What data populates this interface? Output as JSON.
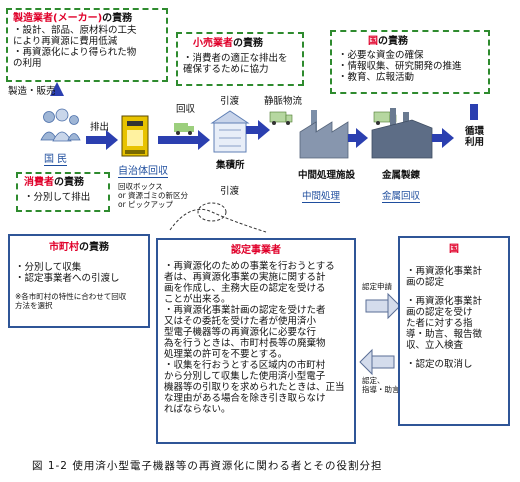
{
  "manufacturer": {
    "title_role": "製造業者(メーカー)",
    "title_suffix": "の責務",
    "lines": [
      "・設計、部品、原材料の工夫",
      "により再資源に費用低減",
      "・再資源化により得られた物",
      "の利用"
    ]
  },
  "retailer": {
    "title_role": "小売業者",
    "title_suffix": "の責務",
    "lines": [
      "・消費者の適正な排出を",
      "確保するために協力"
    ]
  },
  "nation_top": {
    "title_role": "国",
    "title_suffix": "の責務",
    "lines": [
      "・必要な資金の確保",
      "・情報収集、研究開発の推進",
      "・教育、広報活動"
    ]
  },
  "flow": {
    "manufacture_sales": "製造・販売",
    "discharge": "排出",
    "collection": "回収",
    "handover_top": "引渡",
    "arterial_logistics": "静脈物流",
    "recycling_use_1": "循環",
    "recycling_use_2": "利用",
    "citizens": "国 民",
    "municipal_collection": "自治体回収",
    "collection_site": "集積所",
    "handover_bottom": "引渡",
    "intermediate_facility": "中間処理施設",
    "intermediate_processing": "中間処理",
    "metal_smelting": "金属製錬",
    "metal_recovery": "金属回収",
    "collection_methods": [
      "回収ボックス",
      "or 資源ゴミの新区分",
      "or ピックアップ"
    ]
  },
  "consumer": {
    "title_role": "消費者",
    "title_suffix": "の責務",
    "lines": [
      "・分別して排出"
    ]
  },
  "municipality": {
    "title_role": "市町村",
    "title_suffix": "の責務",
    "lines": [
      "・分別して収集",
      "・認定事業者への引渡し"
    ],
    "note": [
      "※各市町村の特性に合わせて回収",
      "方法を選択"
    ]
  },
  "certified_operator": {
    "title": "認定事業者",
    "lines": [
      "・再資源化のための事業を行おうとする",
      "者は、再資源化事業の実施に関する計",
      "画を作成し、主務大臣の認定を受ける",
      "ことが出来る。",
      "・再資源化事業計画の認定を受けた者",
      "又はその委託を受けた者が使用済小",
      "型電子機器等の再資源化に必要な行",
      "為を行うときは、市町村長等の廃棄物",
      "処理業の許可を不要とする。",
      "・収集を行おうとする区域内の市町村",
      "から分別して収集した使用済小型電子",
      "機器等の引取りを求められたときは、正当",
      "な理由がある場合を除き引き取らなけ",
      "ればならない。"
    ]
  },
  "nation_side": {
    "title": "国",
    "lines": [
      "・再資源化事業計",
      "画の認定",
      "",
      "・再資源化事業計",
      "画の認定を受け",
      "た者に対する指",
      "導・助言、報告徴",
      "収、立入検査",
      "",
      "・認定の取消し"
    ]
  },
  "arrows_mid": {
    "application": "認定申請",
    "certification": "認定、",
    "guidance": "指導・助言等"
  },
  "caption": "図 1-2 使用済小型電子機器等の再資源化に関わる者とその役割分担",
  "colors": {
    "green": "#2e8b2e",
    "blue": "#2f5597",
    "red": "#e0002a",
    "arrow": "#2b3fb0"
  }
}
